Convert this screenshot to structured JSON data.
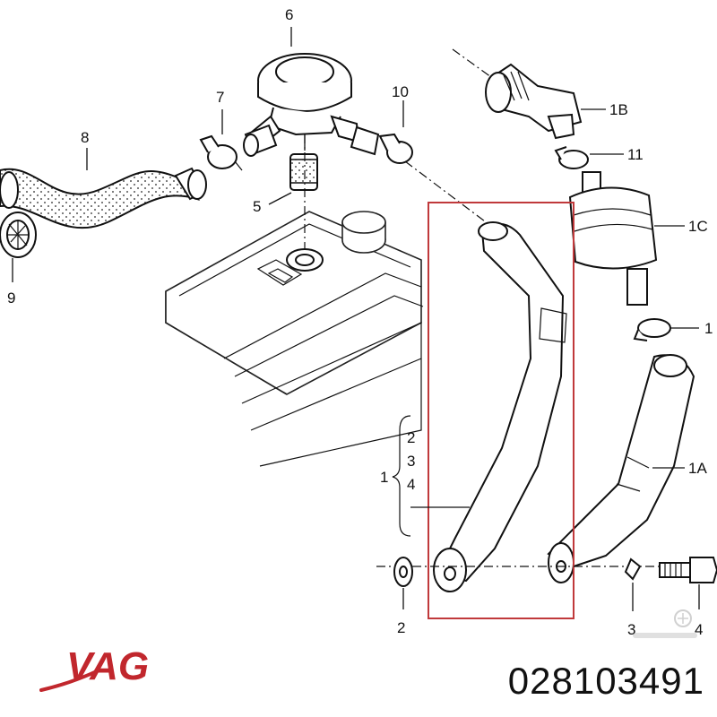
{
  "diagram": {
    "callouts": {
      "c6": "6",
      "c7": "7",
      "c8": "8",
      "c9": "9",
      "c5": "5",
      "c10": "10",
      "c1B": "1B",
      "c11": "11",
      "c1C": "1C",
      "c1": "1",
      "c1A": "1A",
      "c2": "2",
      "c3": "3",
      "c4": "4",
      "bracket_main": "1",
      "bracket_2": "2",
      "bracket_3": "3",
      "bracket_4": "4"
    },
    "highlight_color": "#c0393b"
  },
  "brand": {
    "logo_text": "VAG",
    "logo_color": "#c1272d",
    "part_number": "028103491"
  }
}
